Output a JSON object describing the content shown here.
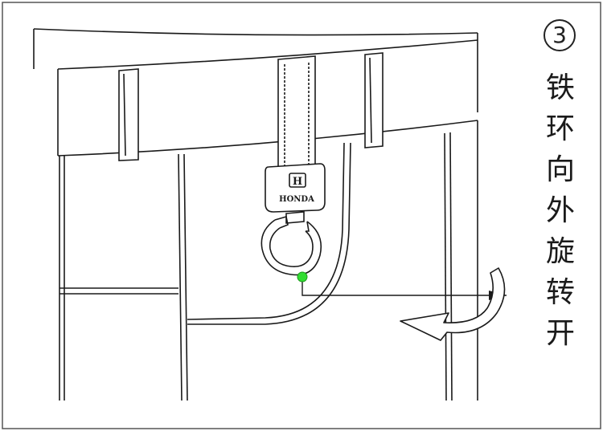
{
  "step_number": "3",
  "caption_chars": [
    "铁",
    "环",
    "向",
    "外",
    "旋",
    "转",
    "开"
  ],
  "logo": {
    "emblem": "H",
    "brand": "HONDA"
  },
  "colors": {
    "line": "#1a1a1a",
    "marker": "#33dd33",
    "background": "#ffffff"
  }
}
